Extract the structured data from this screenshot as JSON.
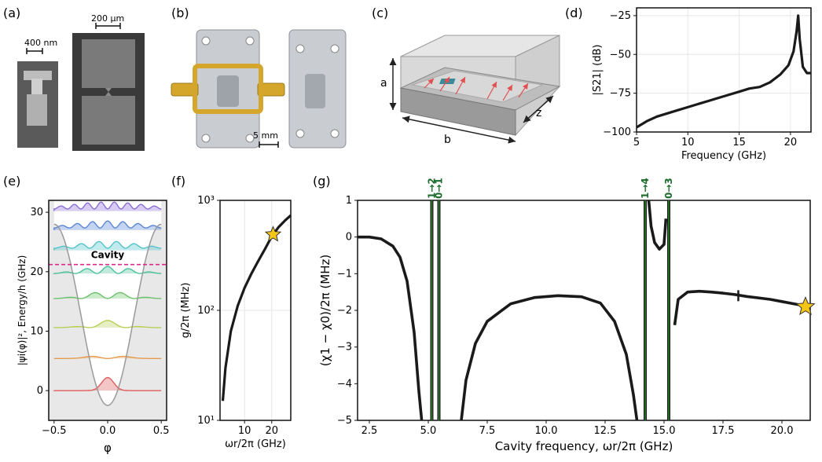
{
  "figure": {
    "panels": {
      "a": {
        "label": "(a)",
        "scale_left": "400 nm",
        "scale_right": "200 μm"
      },
      "b": {
        "label": "(b)",
        "scale": "5 mm"
      },
      "c": {
        "label": "(c)",
        "dim_a": "a",
        "dim_b": "b",
        "dim_z": "z"
      },
      "d": {
        "label": "(d)"
      },
      "e": {
        "label": "(e)",
        "cavity_label": "Cavity"
      },
      "f": {
        "label": "(f)"
      },
      "g": {
        "label": "(g)",
        "transitions": [
          "1→2",
          "0→1",
          "1→4",
          "0→3"
        ]
      }
    },
    "colors": {
      "curve": "#1a1a1a",
      "transition_line": "#2e8b2e",
      "transition_text": "#1b6b2b",
      "star": "#f5c518",
      "cavity_line": "#e0288f",
      "potential_fill": "#e8e8e8"
    }
  },
  "chart_data": [
    {
      "panel": "d",
      "type": "line",
      "xlabel": "Frequency (GHz)",
      "ylabel": "|S21| (dB)",
      "xlim": [
        5,
        22
      ],
      "ylim": [
        -100,
        -20
      ],
      "xticks": [
        "5",
        "10",
        "15",
        "20"
      ],
      "yticks": [
        "−100",
        "−75",
        "−50",
        "−25"
      ],
      "x": [
        5,
        6,
        7,
        8,
        9,
        10,
        11,
        12,
        13,
        14,
        15,
        16,
        17,
        18,
        19,
        19.8,
        20.3,
        20.6,
        20.75,
        20.9,
        21.2,
        21.6,
        22
      ],
      "y": [
        -97,
        -93,
        -90,
        -88,
        -86,
        -84,
        -82,
        -80,
        -78,
        -76,
        -74,
        -72,
        -71,
        -68,
        -63,
        -57,
        -48,
        -35,
        -25,
        -40,
        -58,
        -62,
        -62
      ],
      "grid": true
    },
    {
      "panel": "e",
      "type": "line",
      "xlabel": "φ",
      "ylabel": "|ψi(φ)|², Energy/h (GHz)",
      "xlim": [
        -0.55,
        0.55
      ],
      "ylim": [
        -5,
        32
      ],
      "xticks": [
        "−0.5",
        "0.0",
        "0.5"
      ],
      "yticks": [
        "0",
        "10",
        "20",
        "30"
      ],
      "levels": [
        0,
        5.4,
        10.6,
        15.5,
        19.7,
        23.6,
        27.0,
        30.2
      ],
      "cavity_level": 21.2,
      "level_colors": [
        "#e05a5a",
        "#e39b4f",
        "#b6cf55",
        "#6cc26c",
        "#4cc09c",
        "#53c3c9",
        "#5a86d6",
        "#8c6dd6"
      ],
      "potential": {
        "min": -2.5,
        "max": 28,
        "x_extent": 0.5
      }
    },
    {
      "panel": "f",
      "type": "line",
      "xlabel": "ωr/2π (GHz)",
      "ylabel": "g/2π (MHz)",
      "xlim": [
        1,
        27
      ],
      "ylim": [
        10,
        1000
      ],
      "yscale": "log",
      "xticks": [
        "10",
        "20"
      ],
      "yticks": [
        "10¹",
        "10²",
        "10³"
      ],
      "x": [
        2,
        3,
        5,
        7.5,
        10,
        12.5,
        15,
        17.5,
        20,
        22.5,
        25,
        27
      ],
      "y": [
        15,
        30,
        65,
        110,
        160,
        215,
        280,
        360,
        470,
        570,
        660,
        730
      ],
      "star": {
        "x": 20.5,
        "y": 490
      },
      "grid": true
    },
    {
      "panel": "g",
      "type": "line",
      "xlabel": "Cavity frequency, ωr/2π (GHz)",
      "ylabel": "(χ1 − χ0)/2π (MHz)",
      "xlim": [
        2,
        21.2
      ],
      "ylim": [
        -5,
        1
      ],
      "xticks": [
        "2.5",
        "5.0",
        "7.5",
        "10.0",
        "12.5",
        "15.0",
        "17.5",
        "20.0"
      ],
      "yticks": [
        "−5",
        "−4",
        "−3",
        "−2",
        "−1",
        "0",
        "1"
      ],
      "transition_positions": [
        5.15,
        5.45,
        14.2,
        15.2
      ],
      "segments": [
        {
          "x": [
            2,
            2.5,
            3.0,
            3.5,
            3.8,
            4.1,
            4.4,
            4.6,
            4.72
          ],
          "y": [
            0.0,
            0.0,
            -0.05,
            -0.25,
            -0.55,
            -1.2,
            -2.6,
            -4.2,
            -5.0
          ]
        },
        {
          "x": [
            6.4,
            6.6,
            7.0,
            7.5,
            8.5,
            9.5,
            10.5,
            11.5,
            12.3,
            12.9,
            13.4,
            13.7,
            13.85
          ],
          "y": [
            -5.0,
            -3.9,
            -2.9,
            -2.3,
            -1.82,
            -1.65,
            -1.6,
            -1.63,
            -1.8,
            -2.3,
            -3.2,
            -4.3,
            -5.0
          ]
        },
        {
          "x": [
            14.35,
            14.45,
            14.6,
            14.8,
            15.0,
            15.08
          ],
          "y": [
            1.0,
            0.3,
            -0.15,
            -0.33,
            -0.2,
            0.5
          ]
        },
        {
          "x": [
            15.45,
            15.6,
            16.0,
            16.5,
            17.0,
            17.5,
            18.0,
            18.5,
            19.0,
            19.5,
            20.0,
            20.5,
            21.0
          ],
          "y": [
            -2.4,
            -1.7,
            -1.5,
            -1.48,
            -1.5,
            -1.53,
            -1.57,
            -1.62,
            -1.66,
            -1.7,
            -1.76,
            -1.82,
            -1.88
          ]
        }
      ],
      "star": {
        "x": 21.0,
        "y": -1.9
      },
      "grid": false
    }
  ]
}
